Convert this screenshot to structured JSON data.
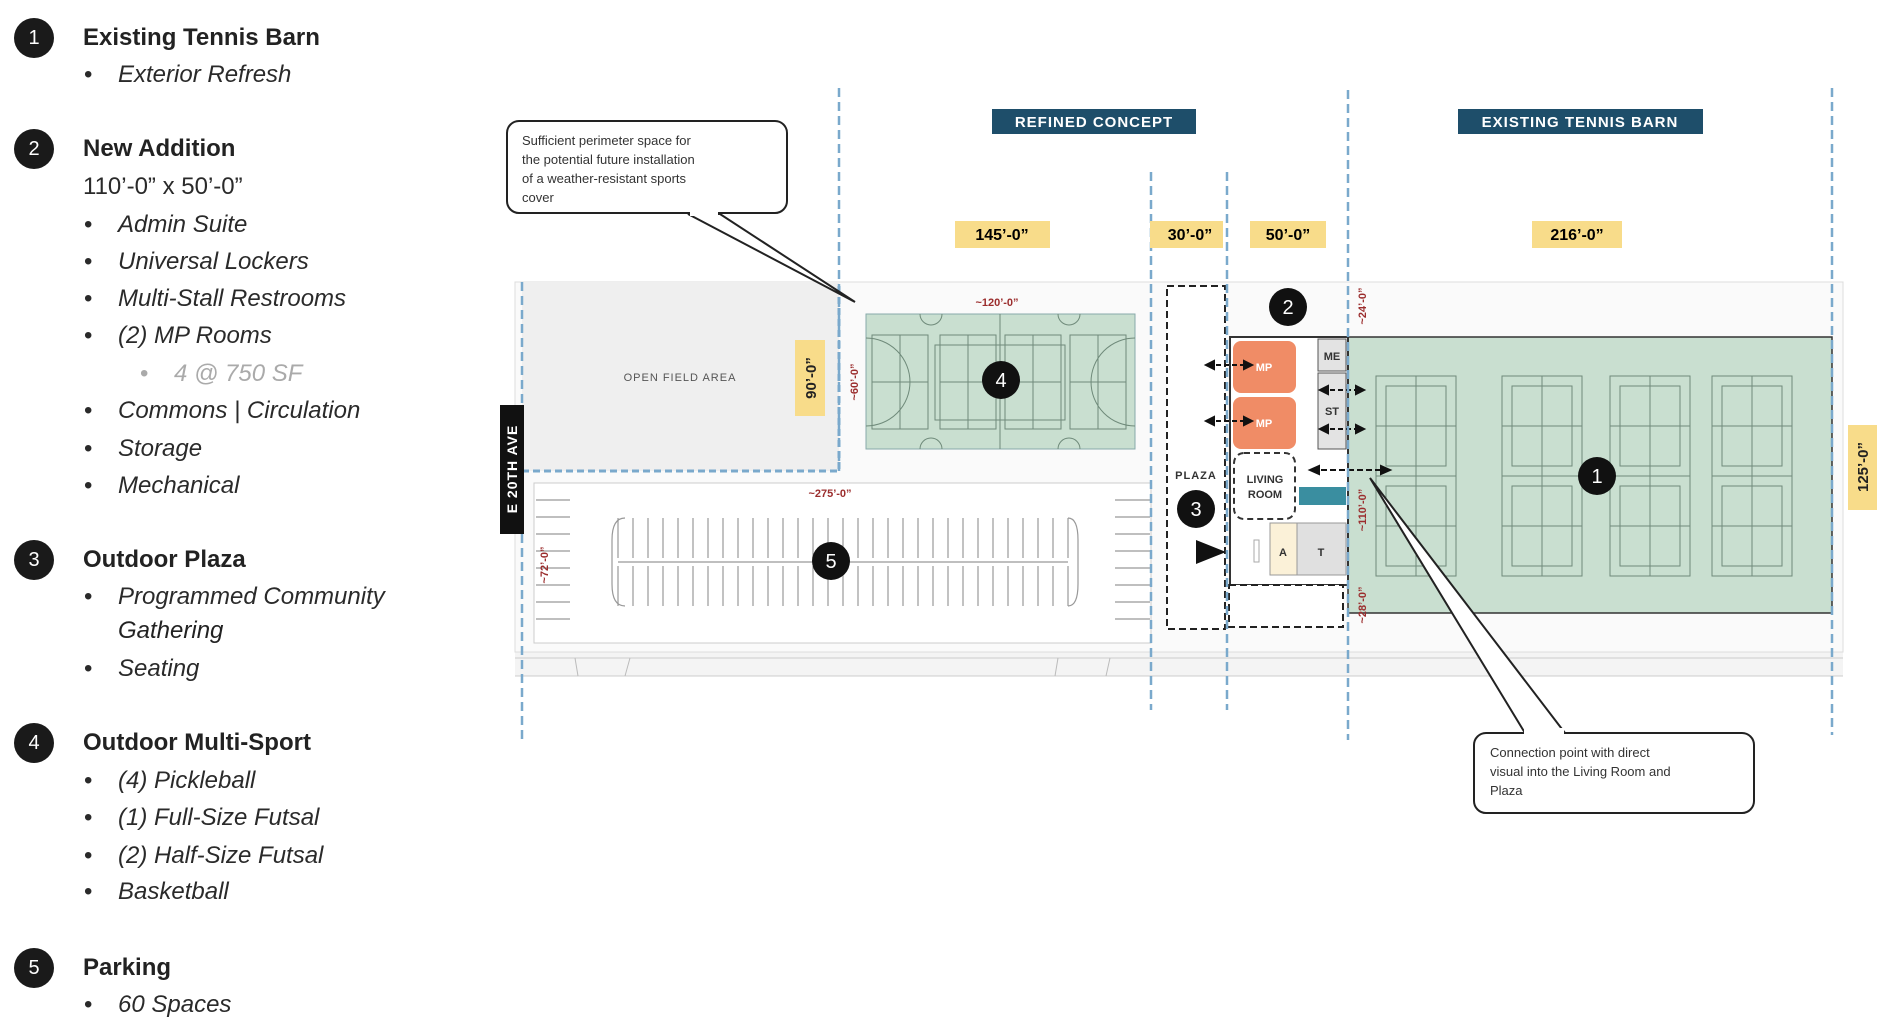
{
  "legend": [
    {
      "num": "1",
      "title": "Existing Tennis Barn",
      "lines": [
        {
          "t": "Exterior Refresh",
          "k": "bul"
        }
      ]
    },
    {
      "num": "2",
      "title": "New Addition",
      "lines": [
        {
          "t": "110’-0” x 50’-0”",
          "k": "plain"
        },
        {
          "t": "Admin Suite",
          "k": "bul"
        },
        {
          "t": "Universal Lockers",
          "k": "bul"
        },
        {
          "t": "Multi-Stall Restrooms",
          "k": "bul"
        },
        {
          "t": "(2) MP Rooms",
          "k": "bul"
        },
        {
          "t": "4 @ 750 SF",
          "k": "sub"
        },
        {
          "t": "Commons | Circulation",
          "k": "bul"
        },
        {
          "t": "Storage",
          "k": "bul"
        },
        {
          "t": "Mechanical",
          "k": "bul"
        }
      ]
    },
    {
      "num": "3",
      "title": "Outdoor Plaza",
      "lines": [
        {
          "t": "Programmed Community",
          "k": "bul"
        },
        {
          "t": "Gathering",
          "k": "bul2"
        },
        {
          "t": "Seating",
          "k": "bul"
        }
      ]
    },
    {
      "num": "4",
      "title": "Outdoor Multi-Sport",
      "lines": [
        {
          "t": "(4) Pickleball",
          "k": "bul"
        },
        {
          "t": "(1) Full-Size Futsal",
          "k": "bul"
        },
        {
          "t": "(2) Half-Size Futsal",
          "k": "bul"
        },
        {
          "t": "Basketball",
          "k": "bul"
        }
      ]
    },
    {
      "num": "5",
      "title": "Parking",
      "lines": [
        {
          "t": "60 Spaces",
          "k": "bul"
        }
      ]
    }
  ],
  "map": {
    "refined_concept": "REFINED CONCEPT",
    "existing_barn": "EXISTING TENNIS BARN",
    "dim_145": "145’-0”",
    "dim_30": "30’-0”",
    "dim_50": "50’-0”",
    "dim_216": "216’-0”",
    "dim_90": "90’-0”",
    "dim_125": "125’-0”",
    "dim_120": "~120’-0”",
    "dim_60": "~60’-0”",
    "dim_275": "~275’-0”",
    "dim_72": "~72’-0”",
    "dim_24": "~24’-0”",
    "dim_110": "~110’-0”",
    "dim_28": "~28’-0”",
    "open_field": "OPEN FIELD AREA",
    "street": "E 20TH AVE",
    "plaza": "PLAZA",
    "living": "LIVING",
    "room": "ROOM",
    "mp": "MP",
    "me": "ME",
    "st": "ST",
    "a": "A",
    "t": "T",
    "callout1": [
      "Sufficient perimeter space for",
      "the potential future installation",
      "of a weather-resistant sports",
      "cover"
    ],
    "callout2": [
      "Connection point with direct",
      "visual into the Living Room and",
      "Plaza"
    ],
    "markers": [
      "1",
      "2",
      "3",
      "4",
      "5"
    ]
  },
  "colors": {
    "navy": "#1e4e6a",
    "yellow": "#f8dc8a",
    "green": "#cfe3d5",
    "orange": "#f08c66",
    "dimred": "#9b2d2d",
    "dash": "#7aa9cc"
  }
}
